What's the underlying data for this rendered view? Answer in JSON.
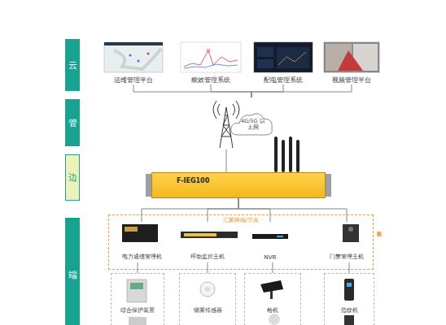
{
  "diagram": {
    "nodes": [
      {
        "text": [
          "云"
        ]
      },
      {
        "text": [
          "管"
        ]
      },
      {
        "text": [
          "边"
        ]
      },
      {
        "text": [
          "端"
        ]
      },
      {
        "text": [
          "运维管理平台"
        ]
      },
      {
        "text": [
          "能效管理系统"
        ]
      },
      {
        "text": [
          "配电管理系统"
        ]
      },
      {
        "text": [
          "视频管理平台"
        ]
      },
      {
        "text": [
          "4G/5G 以太网"
        ]
      },
      {
        "text": [
          "F-IEG100"
        ]
      },
      {
        "text": [
          "汇聚终端/节点"
        ]
      },
      {
        "text": [
          "电力通信管理机"
        ],
        "in": 10
      },
      {
        "text": [
          "环动监控主机"
        ],
        "in": 10
      },
      {
        "text": [
          "NVR"
        ],
        "in": 10
      },
      {
        "text": [
          "门禁管理主机"
        ],
        "in": 10
      },
      {
        "text": [
          "综合保护装置"
        ]
      },
      {
        "text": [
          "烟雾传感器"
        ]
      },
      {
        "text": [
          "枪机"
        ]
      },
      {
        "text": [
          "指纹机"
        ]
      }
    ],
    "edges": [
      {
        "from": 4,
        "to": 8,
        "arrow": "none"
      },
      {
        "from": 5,
        "to": 8,
        "arrow": "none"
      },
      {
        "from": 6,
        "to": 8,
        "arrow": "none"
      },
      {
        "from": 7,
        "to": 8,
        "arrow": "none"
      },
      {
        "from": 8,
        "to": 9,
        "arrow": "none"
      },
      {
        "from": 9,
        "to": 11,
        "arrow": "none"
      },
      {
        "from": 9,
        "to": 12,
        "arrow": "none"
      },
      {
        "from": 9,
        "to": 13,
        "arrow": "none"
      },
      {
        "from": 9,
        "to": 14,
        "arrow": "none"
      },
      {
        "from": 11,
        "to": 15,
        "arrow": "none"
      },
      {
        "from": 12,
        "to": 16,
        "arrow": "none"
      },
      {
        "from": 13,
        "to": 17,
        "arrow": "none"
      },
      {
        "from": 14,
        "to": 18,
        "arrow": "none"
      }
    ],
    "labels": [
      "可选配"
    ]
  }
}
